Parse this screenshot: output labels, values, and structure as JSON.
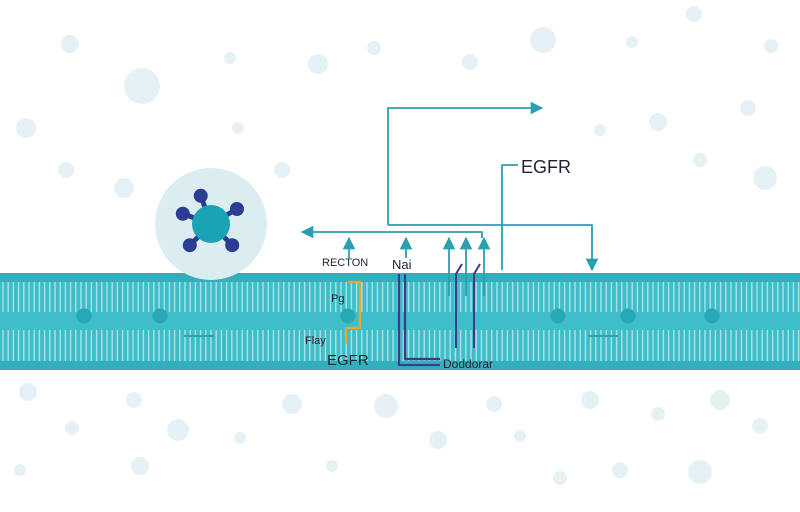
{
  "labels": {
    "egfr_top": "EGFR",
    "recton": "RECTON",
    "nai": "Nai",
    "pg": "Pg",
    "flay": "Flay",
    "egfr_bottom": "EGFR",
    "doddorar": "Doddorar"
  },
  "colors": {
    "membrane": "#3fbec9",
    "membrane_dark": "#2aa3b1",
    "embedded_dot": "#27a8b6",
    "arrow_teal": "#2a9fb2",
    "path_purple": "#3b3a8c",
    "path_orange": "#f2a51f",
    "ligand_core": "#1aa3b5",
    "ligand_arm": "#2b3c93",
    "ligand_halo": "#dcedf2",
    "background_speck": "#e6f1f6"
  },
  "icons": {
    "ligand": "receptor-ligand-icon"
  }
}
